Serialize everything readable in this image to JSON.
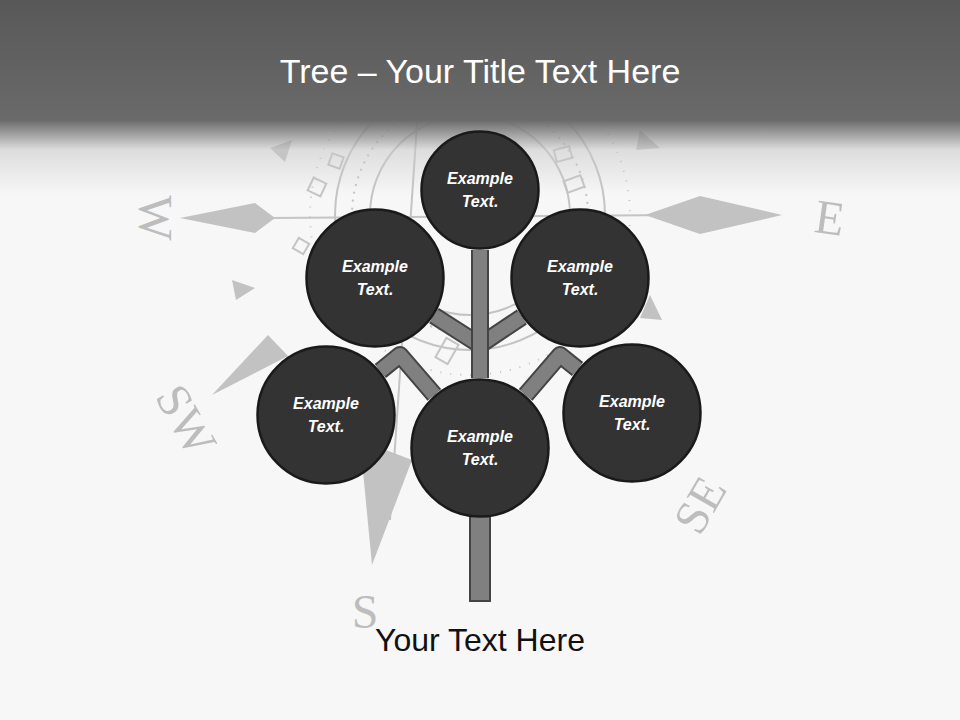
{
  "diagram": {
    "title": "Tree – Your Title Text Here",
    "caption": "Your Text Here",
    "nodes": [
      {
        "text": [
          "Example Text."
        ]
      },
      {
        "text": [
          "Example Text."
        ]
      },
      {
        "text": [
          "Example Text."
        ]
      },
      {
        "text": [
          "Example Text."
        ]
      },
      {
        "text": [
          "Example Text."
        ]
      },
      {
        "text": [
          "Example Text."
        ]
      }
    ],
    "edges": [
      {
        "from": 4,
        "to": 0,
        "arrow": "none"
      },
      {
        "from": 4,
        "to": 1,
        "arrow": "none"
      },
      {
        "from": 4,
        "to": 2,
        "arrow": "none"
      },
      {
        "from": 4,
        "to": 3,
        "arrow": "none"
      },
      {
        "from": 4,
        "to": 5,
        "arrow": "none"
      }
    ],
    "labels": [
      "W",
      "E",
      "SW",
      "SE",
      "S"
    ]
  }
}
